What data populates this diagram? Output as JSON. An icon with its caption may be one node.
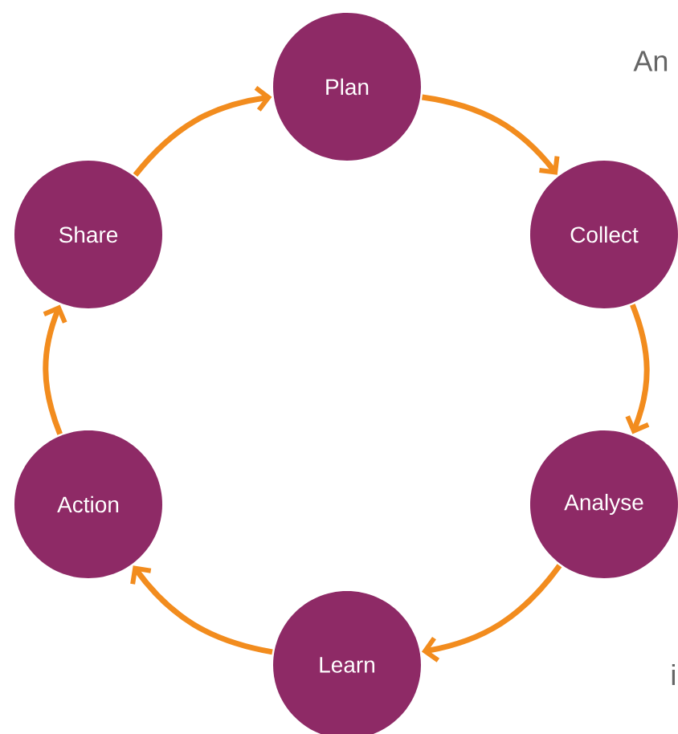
{
  "diagram": {
    "nodes": [
      {
        "text": [
          "Plan"
        ]
      },
      {
        "text": [
          "Collect"
        ]
      },
      {
        "text": [
          "Analyse"
        ]
      },
      {
        "text": [
          "Learn"
        ]
      },
      {
        "text": [
          "Action"
        ]
      },
      {
        "text": [
          "Share"
        ]
      }
    ],
    "edges": [
      {
        "from": 0,
        "to": 1,
        "arrow": "to"
      },
      {
        "from": 1,
        "to": 2,
        "arrow": "to"
      },
      {
        "from": 2,
        "to": 3,
        "arrow": "to"
      },
      {
        "from": 3,
        "to": 4,
        "arrow": "to"
      },
      {
        "from": 4,
        "to": 5,
        "arrow": "to"
      },
      {
        "from": 5,
        "to": 0,
        "arrow": "to"
      }
    ],
    "labels": [
      "An",
      "i"
    ]
  }
}
